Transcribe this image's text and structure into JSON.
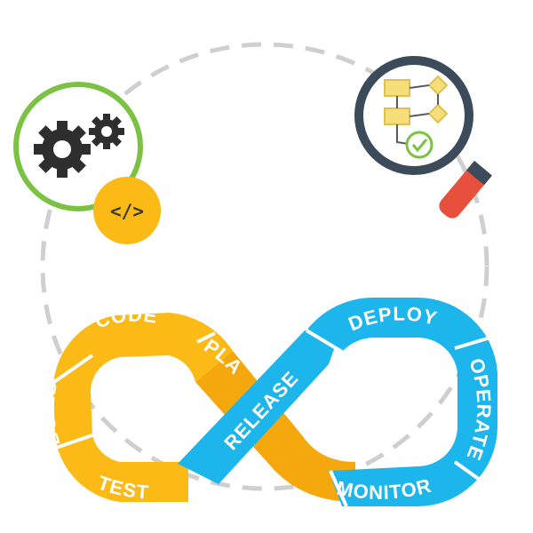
{
  "diagram": {
    "stages": {
      "plan": "PLAN",
      "code": "CODE",
      "build": "BUILD",
      "test": "TEST",
      "release": "RELEASE",
      "deploy": "DEPLOY",
      "operate": "OPERATE",
      "monitor": "MONITOR"
    },
    "dev_loop_color": "#FBBA16",
    "ops_loop_color": "#1DB6EC",
    "icons": {
      "gears": "gears-icon",
      "code": "code-brackets-icon",
      "inspection": "magnifying-glass-flowchart-icon",
      "check": "checkmark-icon"
    },
    "code_glyph": "</>"
  }
}
